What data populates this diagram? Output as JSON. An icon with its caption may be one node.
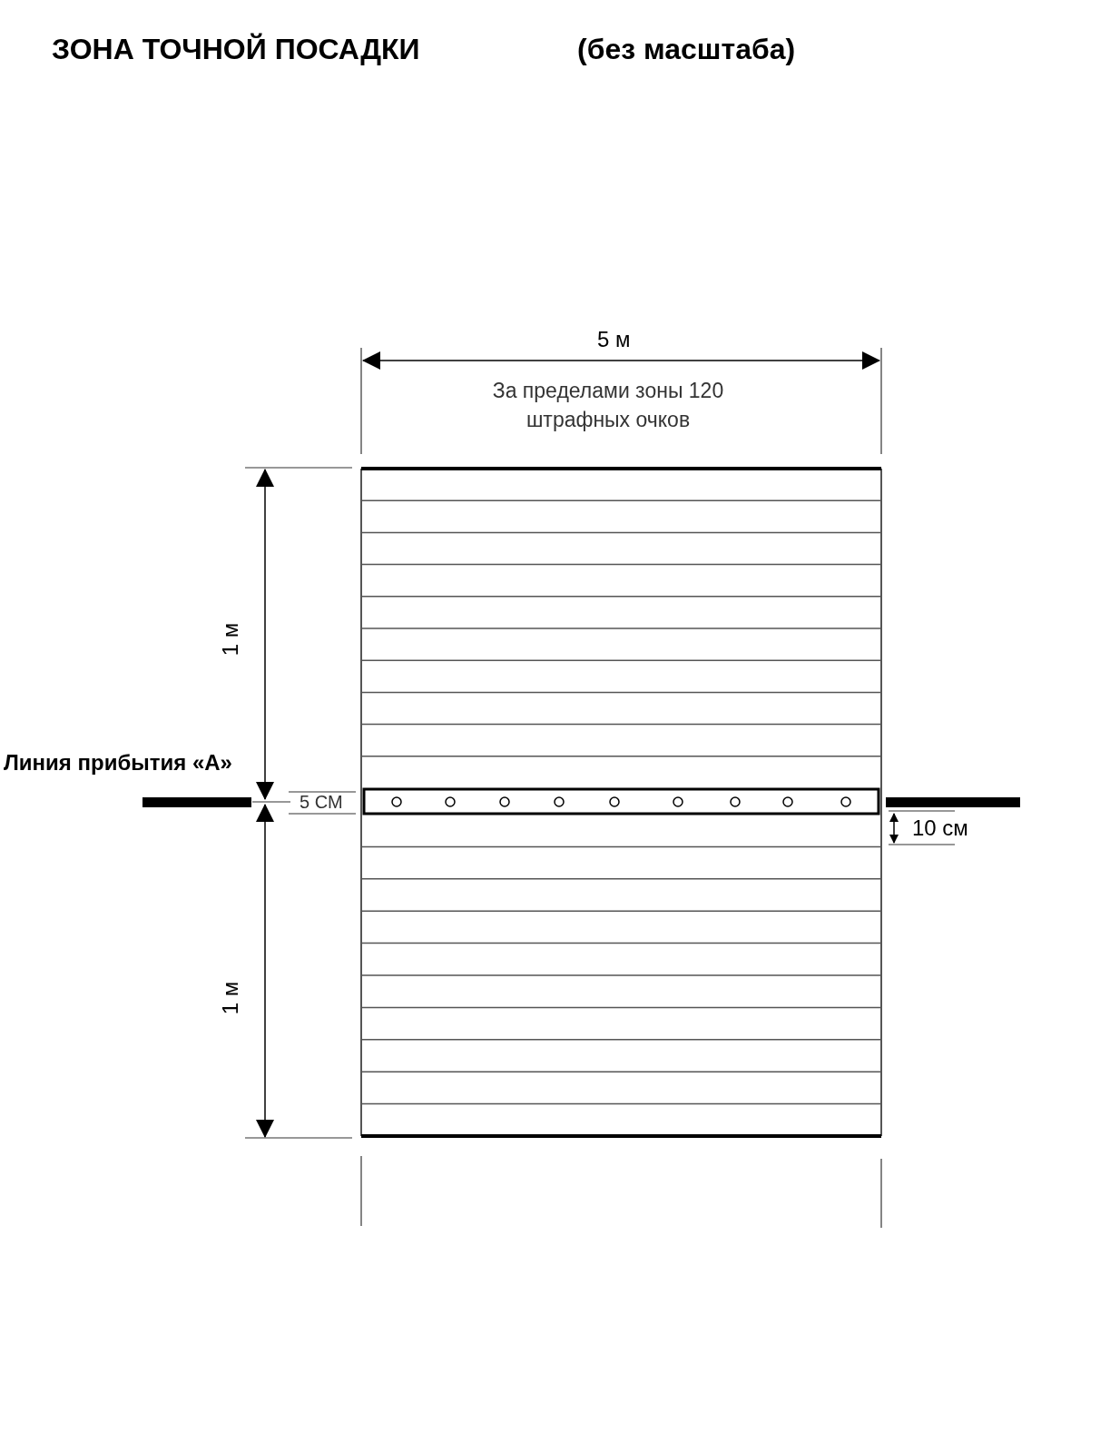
{
  "diagram": {
    "title": "ЗОНА ТОЧНОЙ ПОСАДКИ",
    "labels": [
      "(без масштаба)",
      "5 м",
      "За пределами зоны 120 штрафных очков",
      "1 м",
      "Линия прибытия «А»",
      "5 СМ",
      "10 см",
      "1 м"
    ]
  }
}
